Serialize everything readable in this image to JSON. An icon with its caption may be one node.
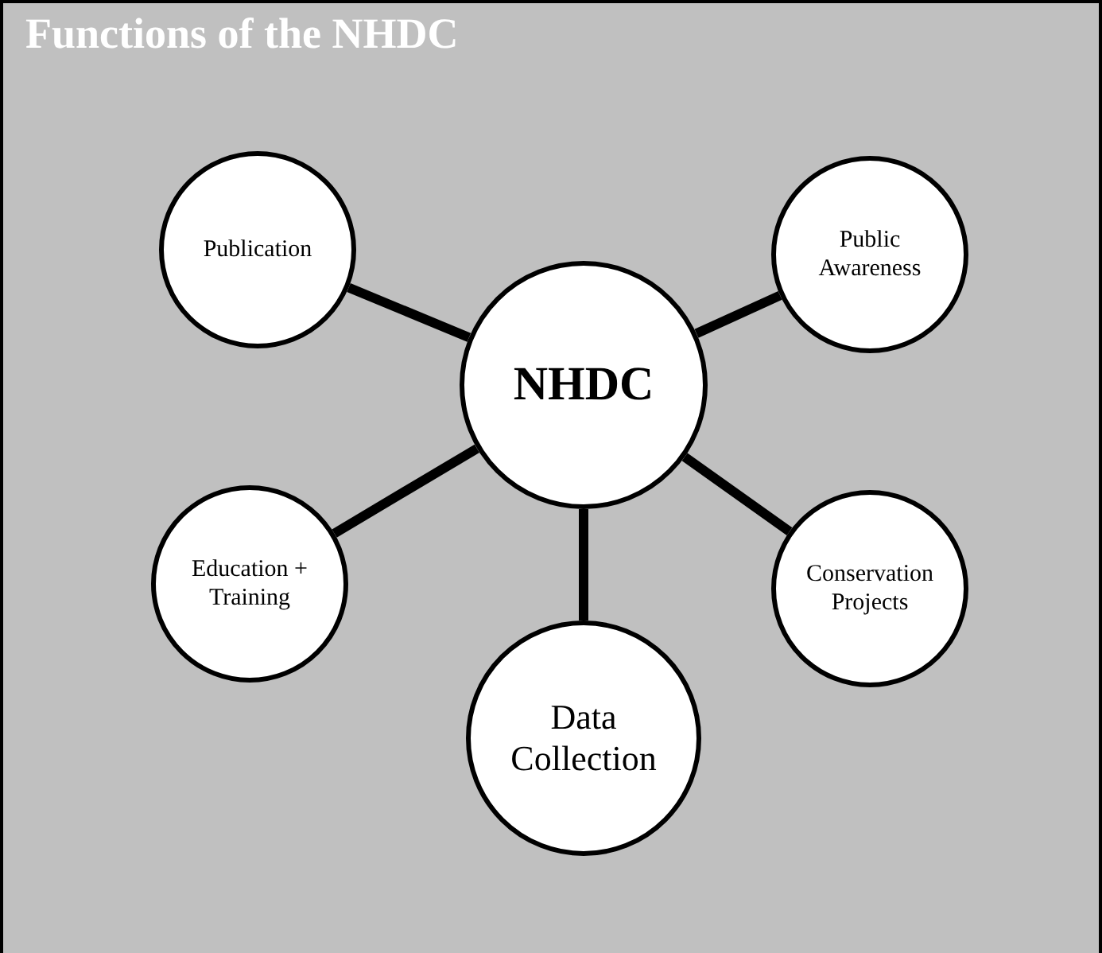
{
  "diagram": {
    "title": "Functions of the NHDC",
    "nodes": [
      {
        "text": [
          "Publication"
        ]
      },
      {
        "text": [
          "Public Awareness"
        ]
      },
      {
        "text": [
          "NHDC"
        ]
      },
      {
        "text": [
          "Education + Training"
        ]
      },
      {
        "text": [
          "Conservation Projects"
        ]
      },
      {
        "text": [
          "Data Collection"
        ]
      }
    ],
    "edges": [
      {
        "from": 2,
        "to": 0,
        "arrow": "none"
      },
      {
        "from": 2,
        "to": 1,
        "arrow": "none"
      },
      {
        "from": 2,
        "to": 3,
        "arrow": "none"
      },
      {
        "from": 2,
        "to": 4,
        "arrow": "none"
      },
      {
        "from": 2,
        "to": 5,
        "arrow": "none"
      }
    ]
  }
}
